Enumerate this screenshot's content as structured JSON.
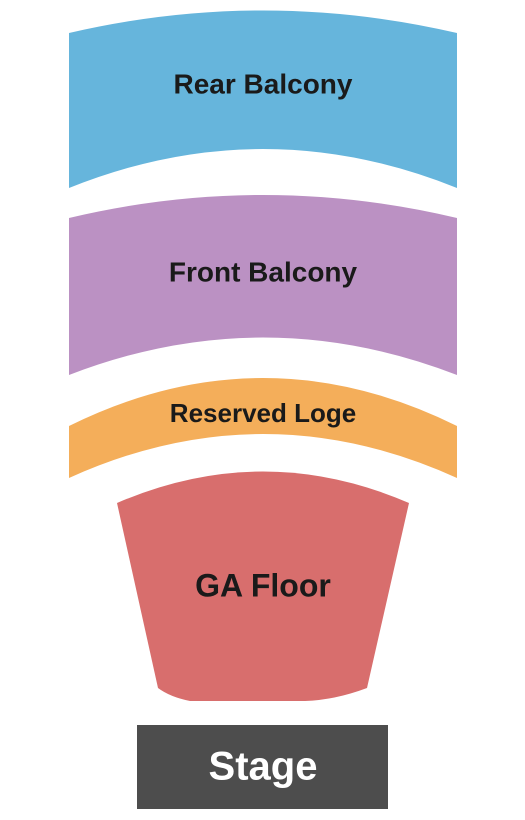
{
  "venue_map": {
    "sections": [
      {
        "id": "rear-balcony",
        "label": "Rear Balcony",
        "color": "#66b5dc"
      },
      {
        "id": "front-balcony",
        "label": "Front Balcony",
        "color": "#bb91c3"
      },
      {
        "id": "reserved-loge",
        "label": "Reserved Loge",
        "color": "#f4ae5a"
      },
      {
        "id": "ga-floor",
        "label": "GA Floor",
        "color": "#d86e6d"
      }
    ],
    "stage": {
      "label": "Stage",
      "color": "#4d4d4d"
    }
  }
}
